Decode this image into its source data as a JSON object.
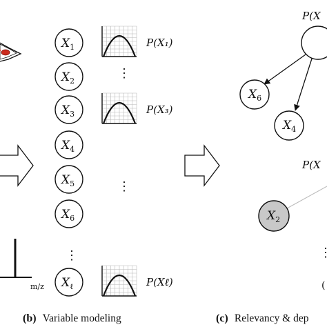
{
  "variables": [
    {
      "sym": "X",
      "sub": "1",
      "plot": true,
      "prob": "P(X₁)"
    },
    {
      "sym": "X",
      "sub": "2",
      "plot": false,
      "prob": ""
    },
    {
      "sym": "X",
      "sub": "3",
      "plot": true,
      "prob": "P(X₃)"
    },
    {
      "sym": "X",
      "sub": "4",
      "plot": false,
      "prob": ""
    },
    {
      "sym": "X",
      "sub": "5",
      "plot": false,
      "prob": ""
    },
    {
      "sym": "X",
      "sub": "6",
      "plot": false,
      "prob": ""
    },
    {
      "sym": "X",
      "sub": "ℓ",
      "plot": true,
      "prob": "P(Xℓ)"
    }
  ],
  "ellipsis": "⋮",
  "mz_label": "m/z",
  "caption_b": {
    "letter": "(b)",
    "text": "Variable modeling"
  },
  "caption_c": {
    "letter": "(c)",
    "text": "Relevancy & dep"
  },
  "panel_c": {
    "top_prob": "P(X",
    "mid_prob": "P(X",
    "nodes": [
      {
        "sym": "X",
        "sub": "6"
      },
      {
        "sym": "X",
        "sub": "4"
      },
      {
        "sym": "X",
        "sub": "2"
      }
    ]
  },
  "colors": {
    "ink": "#111111",
    "gray_node": "#c8c8c8",
    "grid": "#b8b8b8",
    "link_gray": "#bdbdbd",
    "red": "#cc2b1e"
  }
}
